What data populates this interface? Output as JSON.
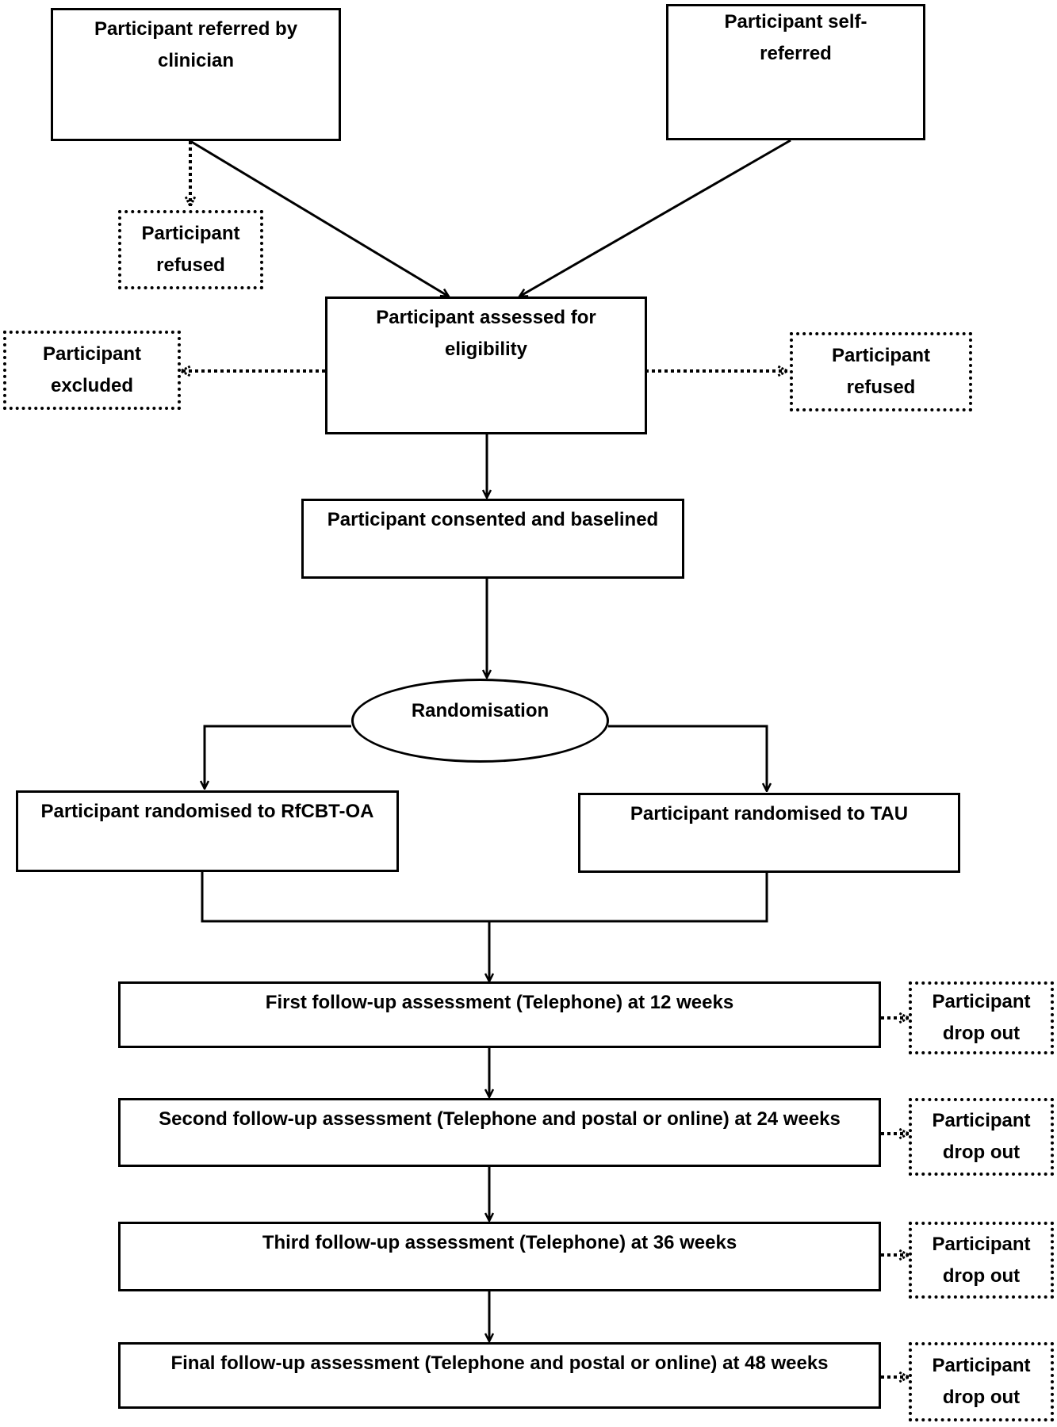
{
  "nodes": {
    "clinician": {
      "line1": "Participant referred by",
      "line2": "clinician"
    },
    "self_referred": {
      "line1": "Participant self-",
      "line2": "referred"
    },
    "refused_top": {
      "line1": "Participant",
      "line2": "refused"
    },
    "assessed": {
      "line1": "Participant assessed for",
      "line2": "eligibility"
    },
    "excluded": {
      "line1": "Participant",
      "line2": "excluded"
    },
    "refused_right": {
      "line1": "Participant",
      "line2": "refused"
    },
    "consented": {
      "label": "Participant consented and baselined"
    },
    "randomisation": {
      "label": "Randomisation"
    },
    "rfcbt": {
      "label": "Participant randomised to RfCBT-OA"
    },
    "tau": {
      "label": "Participant randomised to TAU"
    },
    "followups": [
      {
        "label": "First follow-up assessment (Telephone) at 12 weeks",
        "drop_line1": "Participant",
        "drop_line2": "drop out"
      },
      {
        "label": "Second follow-up assessment (Telephone and postal or online) at 24 weeks",
        "drop_line1": "Participant",
        "drop_line2": "drop out"
      },
      {
        "label": "Third follow-up assessment (Telephone) at 36 weeks",
        "drop_line1": "Participant",
        "drop_line2": "drop out"
      },
      {
        "label": "Final follow-up assessment (Telephone and postal or online) at 48 weeks",
        "drop_line1": "Participant",
        "drop_line2": "drop out"
      }
    ]
  }
}
